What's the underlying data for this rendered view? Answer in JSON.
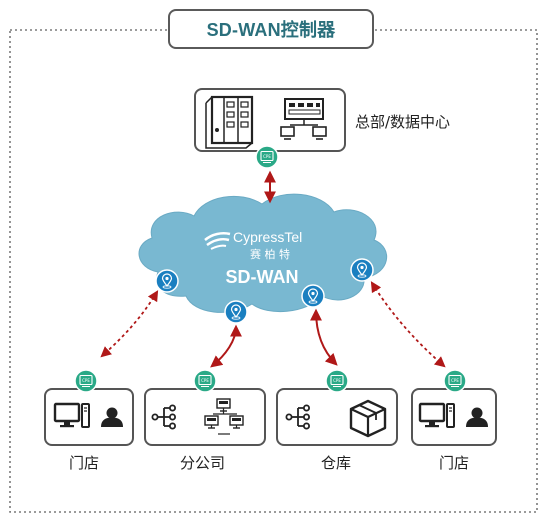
{
  "title": "SD-WAN控制器",
  "datacenter": {
    "label": "总部/数据中心"
  },
  "cloud": {
    "brand": "CypressTel",
    "brand_cn": "赛 柏 特",
    "label": "SD-WAN"
  },
  "cpe_label": "CPE",
  "sites": [
    {
      "label": "门店",
      "type": "store"
    },
    {
      "label": "分公司",
      "type": "branch"
    },
    {
      "label": "仓库",
      "type": "warehouse"
    },
    {
      "label": "门店",
      "type": "store"
    }
  ],
  "colors": {
    "border": "#555555",
    "dotted_border": "#7a7a7a",
    "title_text": "#2a6f7c",
    "cloud": "#79b8d1",
    "cpe_green": "#2aa987",
    "pin_blue": "#1a7fc0",
    "arrow_red": "#b01818",
    "icon_dark": "#222222"
  },
  "icons": [
    "server-rack-icon",
    "network-switch-icon",
    "cpe-router-icon",
    "location-pin-icon",
    "monitor-icon",
    "user-icon",
    "tree-network-icon",
    "package-box-icon",
    "cypresstel-logo"
  ]
}
